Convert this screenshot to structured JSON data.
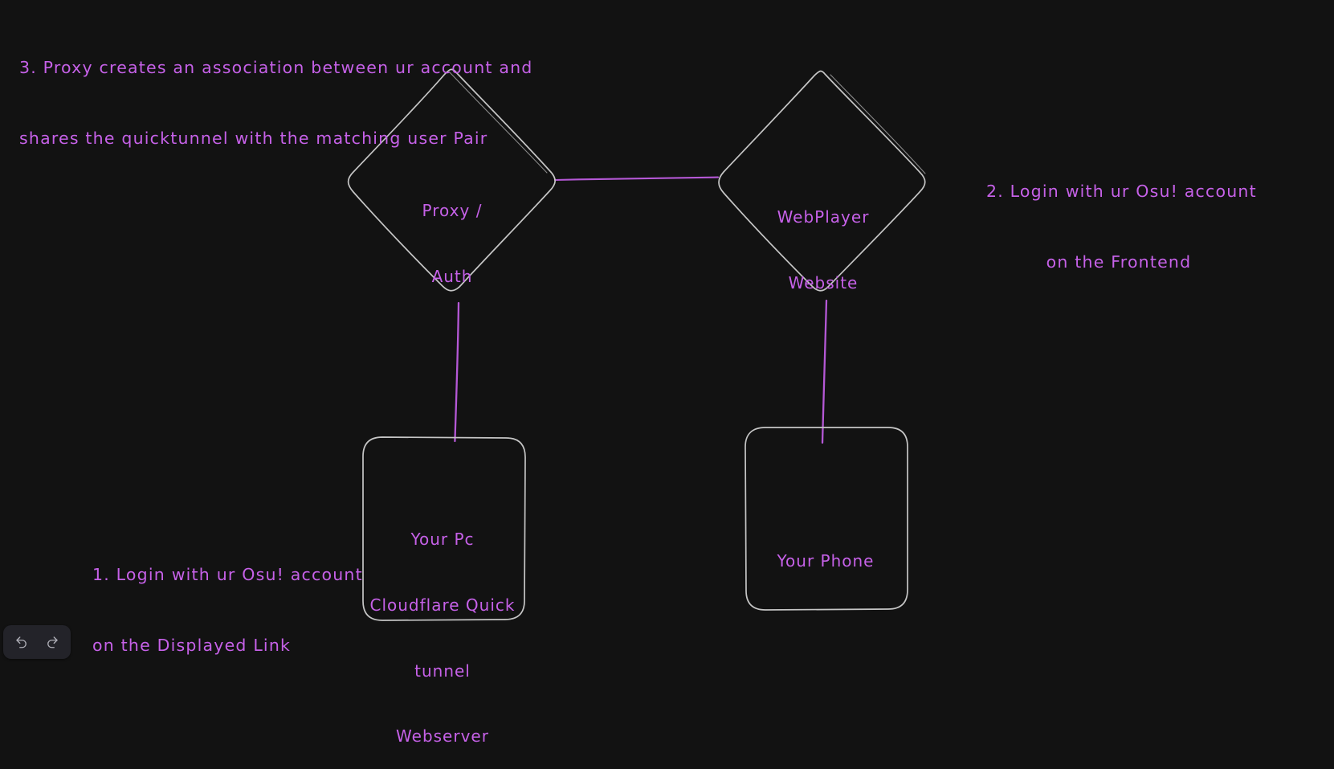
{
  "app": {
    "name": "excalidraw-canvas",
    "background_color": "#121212",
    "stroke_color": "#c8c8c8",
    "text_color": "#c661e8",
    "connector_color": "#b558d6"
  },
  "notes": [
    {
      "id": "note-3",
      "number": "3.",
      "line1": "3. Proxy creates an association between ur account and",
      "line2": "shares the quicktunnel with the matching user Pair"
    },
    {
      "id": "note-2",
      "number": "2.",
      "line1": "2. Login with ur Osu! account",
      "line2": "on the Frontend"
    },
    {
      "id": "note-1",
      "number": "1.",
      "line1": "1. Login with ur Osu! account",
      "line2": "on the Displayed Link"
    }
  ],
  "nodes": [
    {
      "id": "proxy-auth",
      "shape": "diamond",
      "line1": "Proxy /",
      "line2": "Auth"
    },
    {
      "id": "webplayer-website",
      "shape": "diamond",
      "line1": "WebPlayer",
      "line2": "Website"
    },
    {
      "id": "your-pc",
      "shape": "rounded-rectangle",
      "line1": "Your Pc",
      "line2": "Cloudflare Quick",
      "line3": "tunnel",
      "line4": "Webserver"
    },
    {
      "id": "your-phone",
      "shape": "rounded-rectangle",
      "line1": "Your Phone"
    }
  ],
  "connectors": [
    {
      "id": "proxy-to-webplayer",
      "from": "proxy-auth",
      "to": "webplayer-website",
      "orientation": "horizontal"
    },
    {
      "id": "proxy-to-your-pc",
      "from": "proxy-auth",
      "to": "your-pc",
      "orientation": "vertical"
    },
    {
      "id": "webplayer-to-your-phone",
      "from": "webplayer-website",
      "to": "your-phone",
      "orientation": "vertical"
    }
  ],
  "toolbar": {
    "undo_label": "Undo",
    "redo_label": "Redo"
  }
}
